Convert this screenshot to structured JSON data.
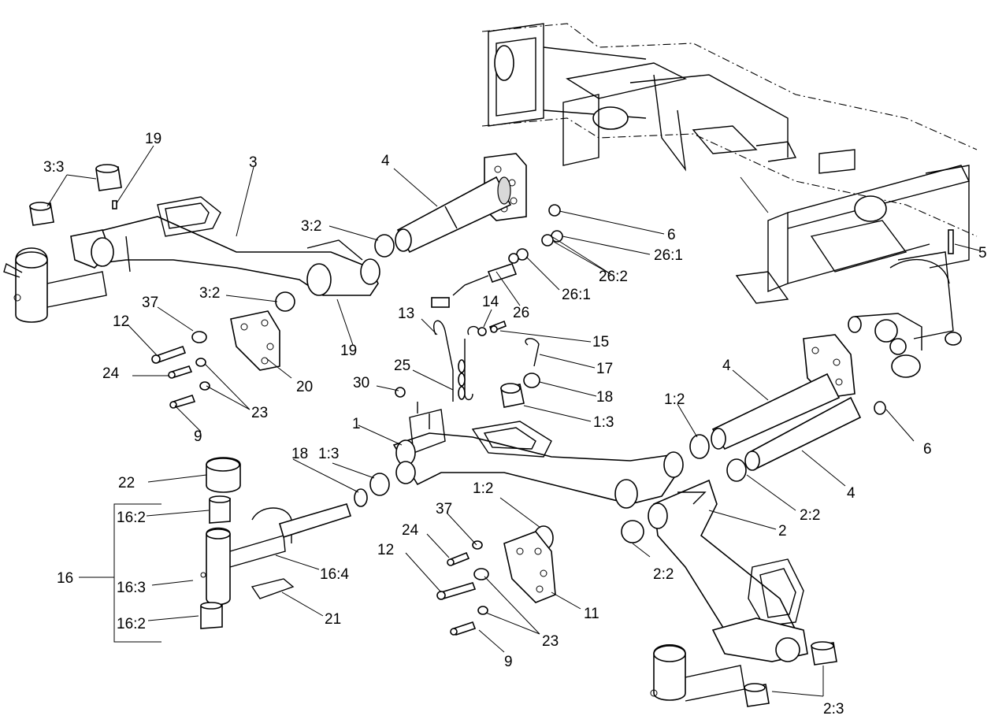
{
  "diagram": {
    "labels": {
      "l_19a": "19",
      "l_33": "3:3",
      "l_3": "3",
      "l_4a": "4",
      "l_32a": "3:2",
      "l_6a": "6",
      "l_261a": "26:1",
      "l_5": "5",
      "l_262": "26:2",
      "l_261b": "26:1",
      "l_26": "26",
      "l_32b": "3:2",
      "l_37a": "37",
      "l_12a": "12",
      "l_19b": "19",
      "l_14": "14",
      "l_13": "13",
      "l_15": "15",
      "l_24a": "24",
      "l_20": "20",
      "l_25": "25",
      "l_17": "17",
      "l_4b": "4",
      "l_30": "30",
      "l_18a": "18",
      "l_23a": "23",
      "l_12b": "1:2",
      "l_13b": "1:3",
      "l_9a": "9",
      "l_1": "1",
      "l_6b": "6",
      "l_22": "22",
      "l_18b": "18",
      "l_13c": "1:3",
      "l_4c": "4",
      "l_22b": "2:2",
      "l_12c": "1:2",
      "l_37b": "37",
      "l_24b": "24",
      "l_162a": "16:2",
      "l_2": "2",
      "l_16": "16",
      "l_12d": "12",
      "l_164": "16:4",
      "l_22c": "2:2",
      "l_163": "16:3",
      "l_11": "11",
      "l_21": "21",
      "l_162b": "16:2",
      "l_23b": "23",
      "l_9b": "9",
      "l_23c": "2:3"
    }
  }
}
